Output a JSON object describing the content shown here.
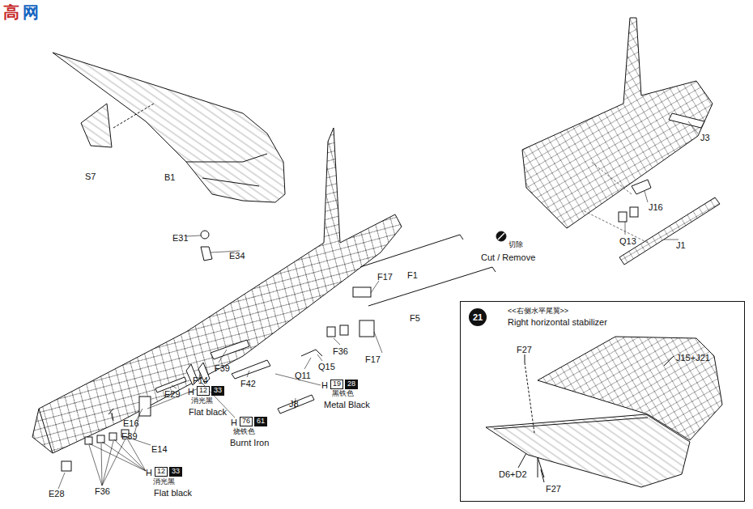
{
  "diagram": {
    "nodes": [
      {
        "text": [
          "<<右侧水平尾翼>>",
          "Right horizontal stabilizer"
        ]
      },
      {
        "text": [
          "21"
        ],
        "in": 0
      }
    ],
    "labels": [
      "高",
      "网",
      "S7",
      "B1",
      "E31",
      "E34",
      "F1",
      "切除",
      "Cut / Remove",
      "F17",
      "F5",
      "F36",
      "F17",
      "Q15",
      "Q11",
      "F39",
      "F42",
      "F14",
      "H",
      "19",
      "28",
      "黑铁色",
      "Metal Black",
      "J8",
      "E29",
      "H",
      "12",
      "33",
      "消光黑",
      "Flat black",
      "H",
      "76",
      "61",
      "烧铁色",
      "Burnt Iron",
      "E16",
      "E39",
      "E14",
      "H",
      "12",
      "33",
      "消光黑",
      "Flat black",
      "E28",
      "F36",
      "J3",
      "J16",
      "Q13",
      "J1",
      "F27",
      "J15+J21",
      "D6+D2",
      "F27"
    ]
  }
}
